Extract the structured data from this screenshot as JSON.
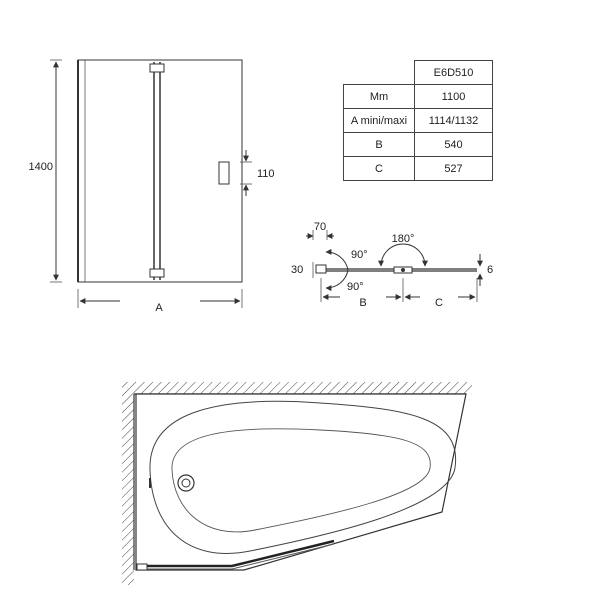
{
  "front_view": {
    "height_label": "1400",
    "handle_label": "110",
    "width_label": "A"
  },
  "spec_table": {
    "header_model": "E6D510",
    "rows": [
      {
        "label": "Mm",
        "value": "1100"
      },
      {
        "label": "A mini/maxi",
        "value": "1114/1132"
      },
      {
        "label": "B",
        "value": "540"
      },
      {
        "label": "C",
        "value": "527"
      }
    ]
  },
  "plan_view": {
    "dim_70": "70",
    "dim_30": "30",
    "dim_6": "6",
    "angle_90_top": "90°",
    "angle_90_bottom": "90°",
    "angle_180": "180°",
    "label_B": "B",
    "label_C": "C"
  },
  "colors": {
    "line": "#333333",
    "bath_fill": "#ffffff",
    "glass_edge": "#555555"
  }
}
